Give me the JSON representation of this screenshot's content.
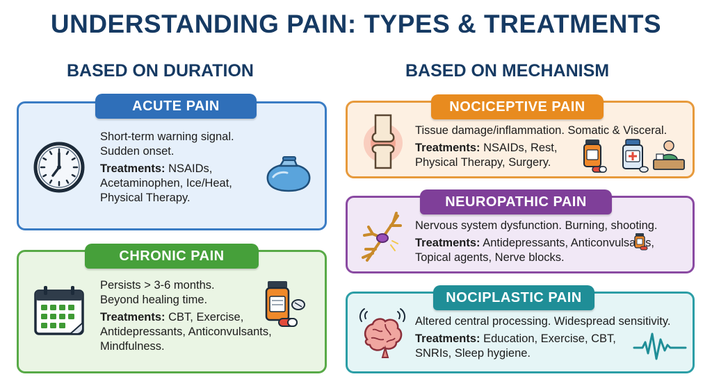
{
  "title": "UNDERSTANDING PAIN: TYPES & TREATMENTS",
  "sections": {
    "duration": "BASED ON DURATION",
    "mechanism": "BASED ON MECHANISM"
  },
  "treatments_label": "Treatments:",
  "cards": {
    "acute": {
      "title": "ACUTE PAIN",
      "desc": "Short-term warning signal. Sudden onset.",
      "treatments": "NSAIDs, Acetaminophen, Ice/Heat, Physical Therapy.",
      "icons": [
        "clock-icon",
        "ice-pack-icon"
      ],
      "color": "#2f6fb9"
    },
    "chronic": {
      "title": "CHRONIC PAIN",
      "desc": "Persists > 3-6 months. Beyond healing time.",
      "treatments": "CBT, Exercise, Antidepressants, Anticonvulsants, Mindfulness.",
      "icons": [
        "calendar-icon",
        "pill-bottle-icon"
      ],
      "color": "#46a03a"
    },
    "nociceptive": {
      "title": "NOCICEPTIVE PAIN",
      "desc": "Tissue damage/inflammation. Somatic & Visceral.",
      "treatments": "NSAIDs, Rest, Physical Therapy, Surgery.",
      "icons": [
        "inflamed-joint-icon",
        "pill-bottle-icon",
        "medicine-bottle-icon",
        "therapist-icon"
      ],
      "color": "#e88b1f"
    },
    "neuropathic": {
      "title": "NEUROPATHIC PAIN",
      "desc": "Nervous system dysfunction. Burning, shooting.",
      "treatments": "Antidepressants, Anticonvulsants, Topical agents, Nerve blocks.",
      "icons": [
        "neuron-icon",
        "small-pill-bottle-icon"
      ],
      "color": "#7f3f99"
    },
    "nociplastic": {
      "title": "NOCIPLASTIC PAIN",
      "desc": "Altered central processing. Widespread sensitivity.",
      "treatments": "Education, Exercise, CBT, SNRIs, Sleep hygiene.",
      "icons": [
        "brain-icon",
        "waveform-icon"
      ],
      "color": "#1f8e97"
    }
  }
}
